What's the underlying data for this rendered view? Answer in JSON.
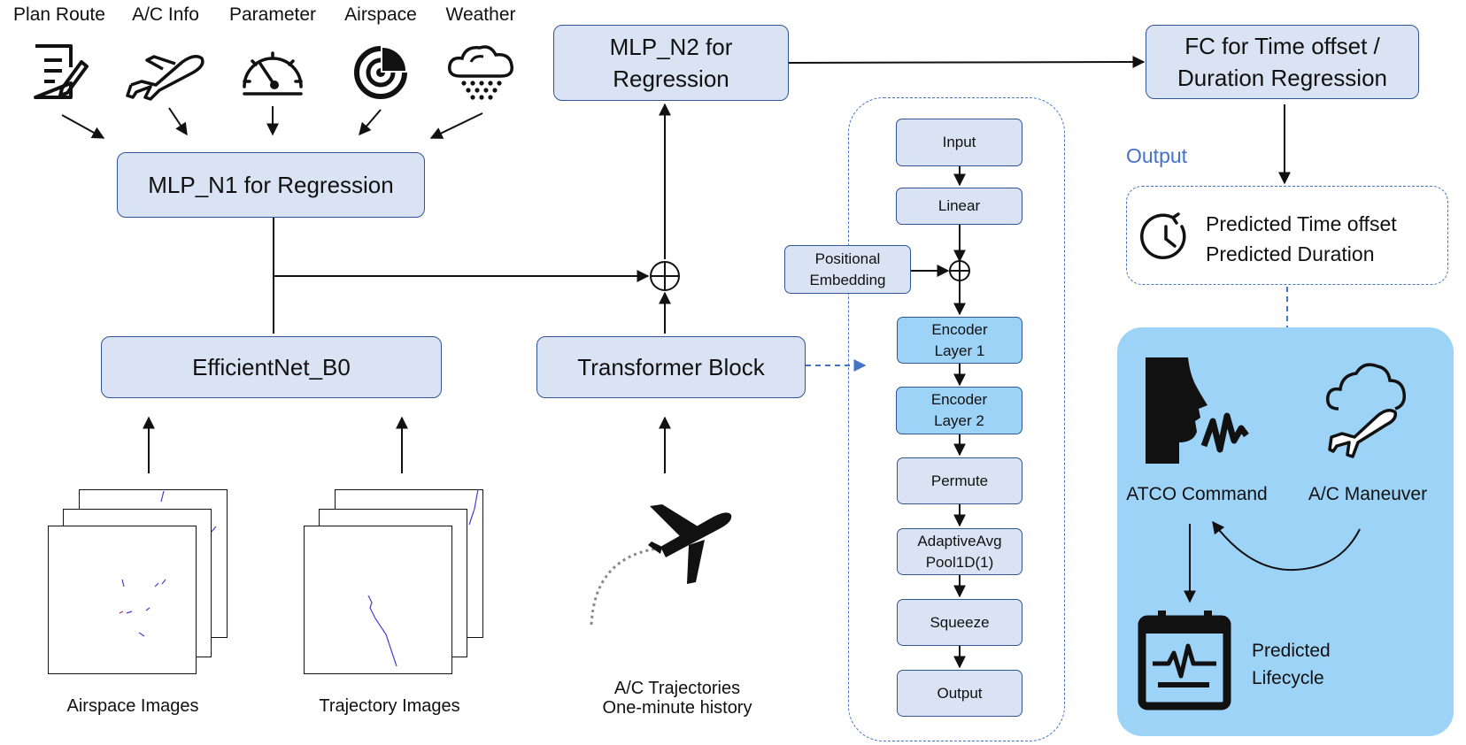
{
  "inputs": {
    "plan_route": "Plan Route",
    "ac_info": "A/C Info",
    "parameter": "Parameter",
    "airspace": "Airspace",
    "weather": "Weather"
  },
  "boxes": {
    "mlp_n1": "MLP_N1 for Regression",
    "mlp_n2": "MLP_N2 for\nRegression",
    "efficientnet": "EfficientNet_B0",
    "transformer": "Transformer Block",
    "fc": "FC for Time offset /\nDuration Regression"
  },
  "transformer_detail": {
    "input": "Input",
    "linear": "Linear",
    "positional": "Positional\nEmbedding",
    "encoder1": "Encoder\nLayer 1",
    "encoder2": "Encoder\nLayer 2",
    "permute": "Permute",
    "adaptive": "AdaptiveAvg\nPool1D(1)",
    "squeeze": "Squeeze",
    "output": "Output"
  },
  "image_labels": {
    "airspace_images": "Airspace Images",
    "trajectory_images": "Trajectory Images",
    "trajectories": "A/C Trajectories\nOne-minute history"
  },
  "output": {
    "heading": "Output",
    "line1": "Predicted Time offset",
    "line2": "Predicted Duration"
  },
  "panel": {
    "atco": "ATCO Command",
    "maneuver": "A/C Maneuver",
    "lifecycle": "Predicted\nLifecycle"
  },
  "colors": {
    "box_fill": "#dae3f3",
    "box_border": "#2f5597",
    "encoder_fill": "#9dd3f7",
    "panel_fill": "#9dd3f7",
    "dashed_border": "#4472c4",
    "output_text": "#4472c4"
  }
}
